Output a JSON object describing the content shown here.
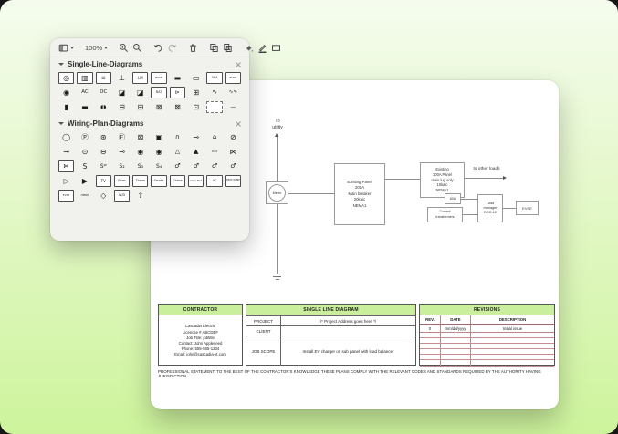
{
  "palette": {
    "toolbar": {
      "zoom_level": "100%"
    },
    "sections": [
      {
        "label": "Single-Line-Diagrams",
        "items": [
          {
            "n": "meter-shape",
            "g": "◎",
            "b": 1
          },
          {
            "n": "panel-shape",
            "g": "▥",
            "b": 1
          },
          {
            "n": "subpanel-shape",
            "g": "≡",
            "b": 1,
            "s": 6
          },
          {
            "n": "ground-shape",
            "g": "⊥"
          },
          {
            "n": "load-manager-shape",
            "g": "LM",
            "b": 1,
            "s": 4
          },
          {
            "n": "evse-type1-shape",
            "g": "EVSE",
            "b": 1,
            "s": 3
          },
          {
            "n": "busbar-shape",
            "g": "▬"
          },
          {
            "n": "panel-busbar-shape",
            "g": "▭"
          },
          {
            "n": "breaker-30a-shape",
            "g": "30A",
            "b": 1,
            "s": 3.6
          },
          {
            "n": "evse-shape",
            "g": "EVSE",
            "b": 1,
            "s": 3
          },
          {
            "n": "motor-shape",
            "g": "◉"
          },
          {
            "n": "ac-source-shape",
            "g": "AC",
            "s": 5.5
          },
          {
            "n": "dc-source-shape",
            "g": "DC",
            "s": 5.5
          },
          {
            "n": "inverter-shape",
            "g": "◪"
          },
          {
            "n": "inverter-2-shape",
            "g": "◪"
          },
          {
            "n": "battery-storage-shape",
            "g": "BAT",
            "b": 1,
            "s": 3.4
          },
          {
            "n": "pv-inverter-shape",
            "g": "⊳",
            "b": 1,
            "s": 6
          },
          {
            "n": "current-transformer-shape",
            "g": "⊞"
          },
          {
            "n": "breaker-shape",
            "g": "∿",
            "s": 7
          },
          {
            "n": "transformer-shape",
            "g": "∿∿",
            "s": 5.5
          },
          {
            "n": "vertical-busbar-shape",
            "g": "▮"
          },
          {
            "n": "bar-shape",
            "g": "▬"
          },
          {
            "n": "conduit-shape",
            "g": "◖◗",
            "s": 6
          },
          {
            "n": "switch-shape",
            "g": "⊟"
          },
          {
            "n": "switch-2-shape",
            "g": "⊟"
          },
          {
            "n": "switch-3-shape",
            "g": "⊠"
          },
          {
            "n": "switch-4-shape",
            "g": "⊠"
          },
          {
            "n": "socket-shape",
            "g": "⊡"
          },
          {
            "n": "zone-shape",
            "g": "",
            "b": 2
          },
          {
            "n": "wire-shape",
            "g": "—",
            "s": 6
          }
        ]
      },
      {
        "label": "Wiring-Plan-Diagrams",
        "items": [
          {
            "n": "ceiling-light-shape",
            "g": "◯"
          },
          {
            "n": "pc-receptacle-shape",
            "g": "Ⓟ",
            "s": 7.5
          },
          {
            "n": "fan-shape",
            "g": "⊛"
          },
          {
            "n": "fan-outlet-shape",
            "g": "Ⓕ",
            "s": 7.5
          },
          {
            "n": "junction-box-shape",
            "g": "⊠"
          },
          {
            "n": "outlet-box-shape",
            "g": "▣"
          },
          {
            "n": "track-light-shape",
            "g": "∩",
            "s": 7
          },
          {
            "n": "wall-outlet-shape",
            "g": "⊸"
          },
          {
            "n": "ev-plug-shape",
            "g": "⌂",
            "s": 7
          },
          {
            "n": "no-connection-shape",
            "g": "⊘"
          },
          {
            "n": "wall-sconce-shape",
            "g": "⊸"
          },
          {
            "n": "duplex-outlet-shape",
            "g": "⊙"
          },
          {
            "n": "ceiling-outlet-shape",
            "g": "⊖"
          },
          {
            "n": "switched-outlet-shape",
            "g": "⊸"
          },
          {
            "n": "special-outlet-shape",
            "g": "◉"
          },
          {
            "n": "special-outlet-2-shape",
            "g": "◉"
          },
          {
            "n": "emergency-light-shape",
            "g": "△",
            "s": 7
          },
          {
            "n": "exit-sign-shape",
            "g": "▲",
            "s": 7
          },
          {
            "n": "exit-light-shape",
            "g": "Exit",
            "s": 3
          },
          {
            "n": "ceiling-fan-mount-shape",
            "g": "⋈"
          },
          {
            "n": "hourglass-box-shape",
            "g": "⋈",
            "b": 1,
            "s": 6.5
          },
          {
            "n": "switch-s-shape",
            "g": "S",
            "s": 7.5
          },
          {
            "n": "switch-wp-shape",
            "g": "Sʷ",
            "s": 6
          },
          {
            "n": "switch-s2-shape",
            "g": "S₂",
            "s": 6
          },
          {
            "n": "switch-s3-shape",
            "g": "S₃",
            "s": 6
          },
          {
            "n": "switch-s4-shape",
            "g": "S₄",
            "s": 6
          },
          {
            "n": "pull-switch-shape",
            "g": "♂",
            "s": 7
          },
          {
            "n": "pull-switch-2-shape",
            "g": "♂",
            "s": 7
          },
          {
            "n": "pull-switch-3-shape",
            "g": "♂",
            "s": 7
          },
          {
            "n": "pull-switch-4-shape",
            "g": "♂",
            "s": 7
          },
          {
            "n": "phone-jack-shape",
            "g": "▷"
          },
          {
            "n": "data-jack-shape",
            "g": "▶"
          },
          {
            "n": "tv-outlet-shape",
            "g": "TV",
            "b": 1,
            "s": 4
          },
          {
            "n": "ethernet-shape",
            "g": "Ether",
            "b": 1,
            "s": 3.2
          },
          {
            "n": "thermostat-shape",
            "g": "Therm",
            "b": 1,
            "s": 3.2
          },
          {
            "n": "smoke-detector-shape",
            "g": "Smoke",
            "b": 1,
            "s": 3.2
          },
          {
            "n": "chime-shape",
            "g": "Chime",
            "b": 1,
            "s": 3.2
          },
          {
            "n": "doorbell-shape",
            "g": "Door Bell",
            "b": 1,
            "s": 2.8
          },
          {
            "n": "ac-unit-shape",
            "g": "AC",
            "b": 1,
            "s": 3.4
          },
          {
            "n": "heat-pump-shape",
            "g": "HEAT PUMP",
            "b": 1,
            "s": 2.6
          },
          {
            "n": "evse-plan-shape",
            "g": "EVSE",
            "b": 1,
            "s": 2.8
          },
          {
            "n": "hpwh-shape",
            "g": "HPWH",
            "s": 2.8
          },
          {
            "n": "tag-shape",
            "g": "◇"
          },
          {
            "n": "washer-dryer-shape",
            "g": "W/D",
            "b": 1,
            "s": 3.4
          },
          {
            "n": "north-arrow-shape",
            "g": "⇧",
            "s": 8
          }
        ]
      }
    ]
  },
  "canvas": {
    "labels": {
      "to_utility": "To\nutility",
      "to_other_loads": "to other loads"
    },
    "nodes": {
      "meter": "Meter",
      "existing_panel": "Existing Panel\n200A\nMain breaker\n20kaic\nNEMA1",
      "existing_100a_panel": "Existing\n100A Panel\nmain lug only\n10kaic\nNEMA1",
      "breaker_60a": "60A",
      "current_transformers": "Current\ntransformers",
      "load_manager": "Load\nmanager\nDCC-12",
      "evse": "EVSE"
    }
  },
  "title_block": {
    "contractor": {
      "header": "CONTRACTOR",
      "info": "Cascadia Electric\nLicencse # ABCDEF\nJob Title: jobtitle\nContact: John Appleseed\nPhone: 555-555-1234\nEmail: john@cascadia-kt.com"
    },
    "single_line": {
      "header": "SINGLE LINE DIAGRAM",
      "rows": [
        {
          "label": "PROJECT",
          "value": "/* Project Address goes here */"
        },
        {
          "label": "CLIENT",
          "value": ""
        },
        {
          "label": "JOB SCOPE",
          "value": "Install EV charger on sub panel with load balancer"
        }
      ]
    },
    "revisions": {
      "header": "REVISIONS",
      "columns": [
        "REV.",
        "DATE",
        "DESCRIPTION"
      ],
      "rows": [
        [
          "0",
          "mm/dd/yyyy",
          "Initial issue"
        ]
      ],
      "empty_rows": 6
    },
    "statement": "PROFESSIONAL STATEMENT: TO THE BEST OF THE CONTRACTOR'S KNOWLEDGE THESE PLANS COMPLY WITH THE RELEVANT CODES AND STANDARDS REQUIRED BY THE AUTHORITY HAVING JURISDICTION."
  }
}
